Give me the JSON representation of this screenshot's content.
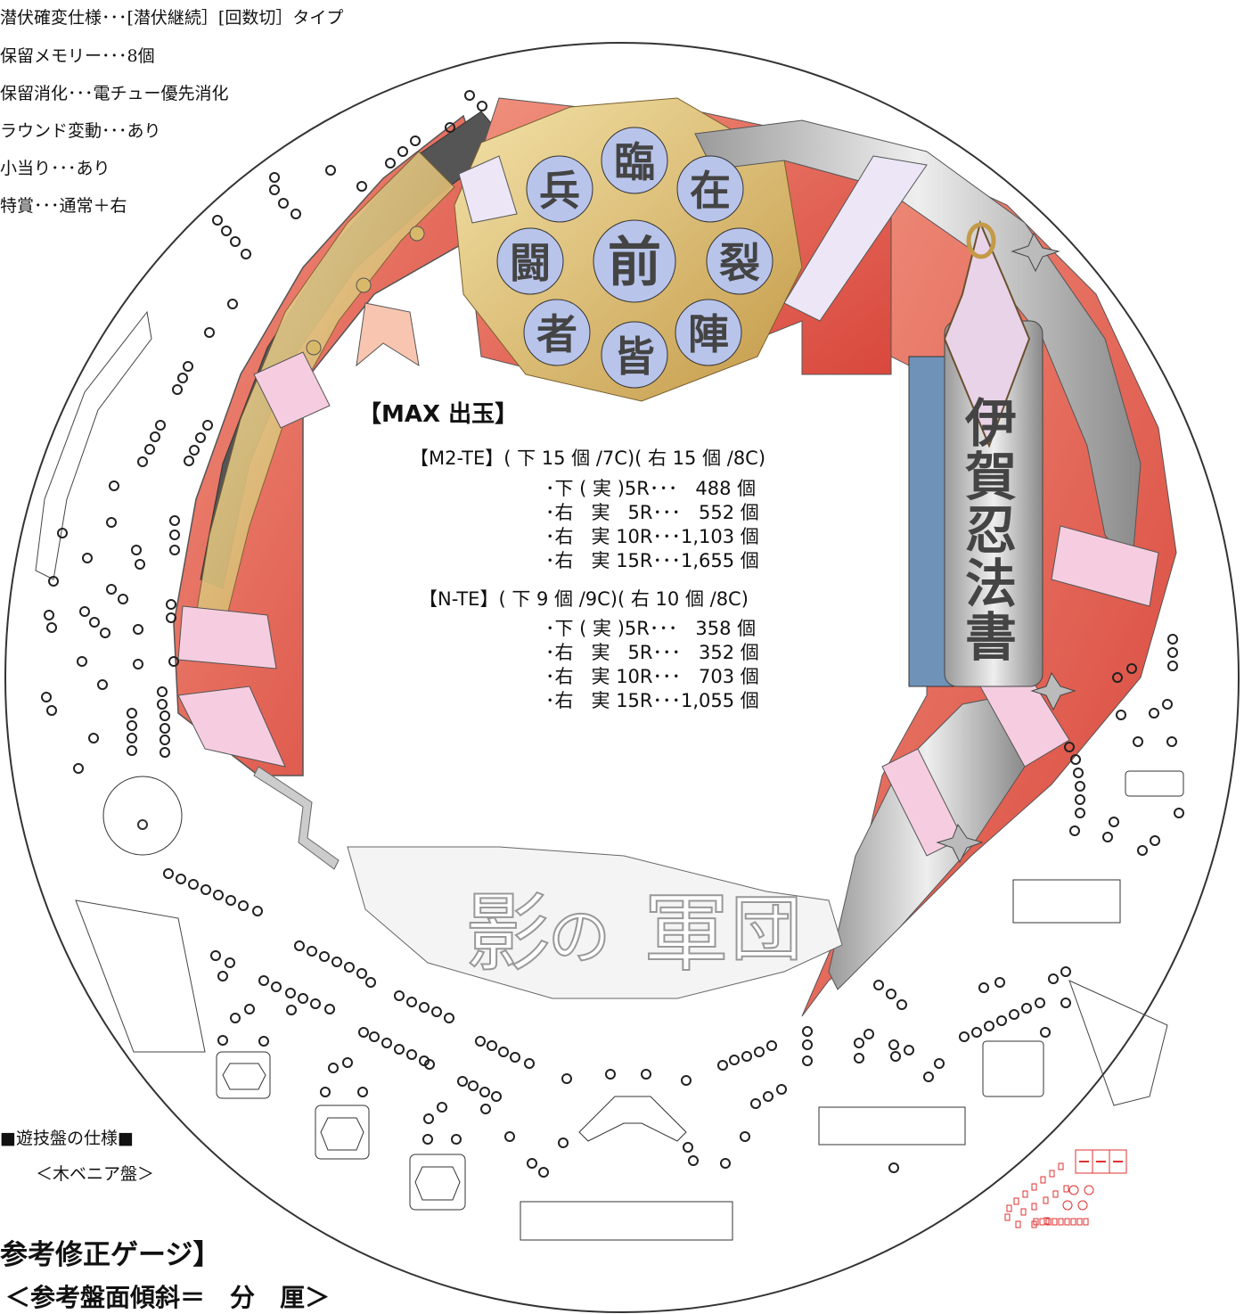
{
  "specs": [
    "潜伏確変仕様･･･[潜伏継続］[回数切］タイプ",
    "保留メモリー･･･8個",
    "保留消化･･･電チュー優先消化",
    "ラウンド変動･･･あり",
    "小当り･･･あり",
    "特賞･･･通常＋右"
  ],
  "max": {
    "title": "【MAX 出玉】",
    "m2": {
      "head": "【M2-TE】( 下 15 個 /7C)( 右 15 個 /8C)",
      "rows": [
        "･下 ( 実 )5R･･･   488 個",
        "･右   実   5R･･･   552 個",
        "･右   実 10R･･･1,103 個",
        "･右   実 15R･･･1,655 個"
      ]
    },
    "n": {
      "head": "【N-TE】( 下 9 個 /9C)( 右 10 個 /8C)",
      "rows": [
        "･下 ( 実 )5R･･･   358 個",
        "･右   実   5R･･･   352 個",
        "･右   実 10R･･･   703 個",
        "･右   実 15R･･･1,055 個"
      ]
    }
  },
  "kuji": [
    "臨",
    "在",
    "裂",
    "陣",
    "皆",
    "者",
    "闘",
    "兵",
    "前"
  ],
  "scroll_text": [
    "伊",
    "賀",
    "忍",
    "法",
    "書"
  ],
  "logo_text": [
    "影",
    "の",
    "軍",
    "団"
  ],
  "board_spec_title": "■遊技盤の仕様■",
  "board_spec_sub": "＜木ベニア盤＞",
  "footer_title": "参考修正ゲージ】",
  "footer_sub": "＜参考盤面傾斜＝　分　厘＞",
  "colors": {
    "frame_red": "#e05a4a",
    "frame_gold": "#d8b96a",
    "seal_blue": "#b8c4ea",
    "ribbon_pink": "#f6cde0",
    "scroll_blue": "#6f93b8",
    "nail_red": "#e03030"
  }
}
